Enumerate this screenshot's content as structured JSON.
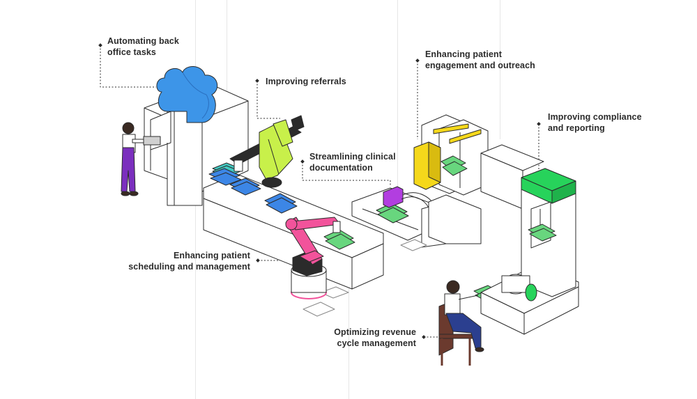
{
  "diagram": {
    "labels": {
      "back_office": [
        "Automating back",
        "office tasks"
      ],
      "referrals": [
        "Improving referrals"
      ],
      "engagement": [
        "Enhancing patient",
        "engagement and outreach"
      ],
      "compliance": [
        "Improving compliance",
        "and reporting"
      ],
      "clinical": [
        "Streamlining clinical",
        "documentation"
      ],
      "scheduling": [
        "Enhancing patient",
        "scheduling and management"
      ],
      "revenue": [
        "Optimizing revenue",
        "cycle management"
      ]
    },
    "colors": {
      "cloud": "#3d95e8",
      "robot_green": "#c8f04a",
      "robot_pink": "#f2539b",
      "machine_yellow": "#f5d81b",
      "machine_green": "#27d35b",
      "printer_purple": "#b23ee0",
      "papers_blue": "#3c86e6",
      "papers_teal": "#43c9c2",
      "papers_green": "#68d67e",
      "worker_purple": "#7b2fbe",
      "outline": "#2b2b2b"
    }
  }
}
